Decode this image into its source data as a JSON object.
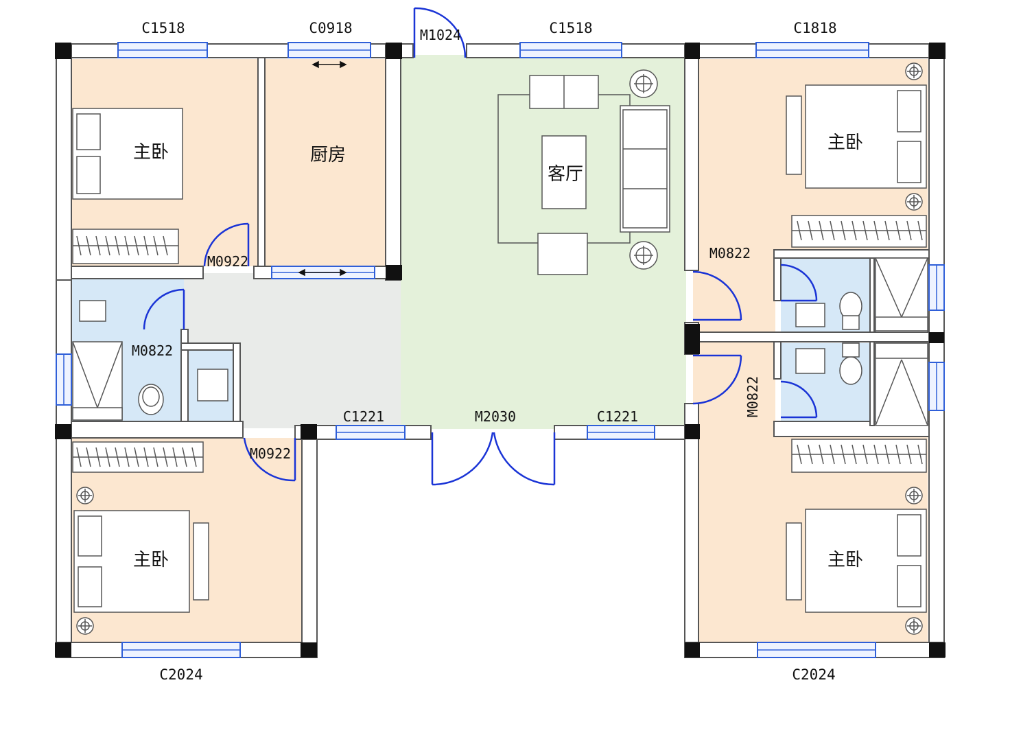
{
  "colors": {
    "bedroom": "#fce7d0",
    "kitchen": "#fce7d0",
    "living": "#e4f1da",
    "corridor": "#e9ebe9",
    "bathroom": "#d6e8f7",
    "wall": "#555555",
    "pillar": "#111111",
    "window": "#2f5fd8",
    "door": "#1a34d6"
  },
  "rooms": {
    "bedroom_nw": "主卧",
    "kitchen": "厨房",
    "living": "客厅",
    "bedroom_ne": "主卧",
    "bedroom_sw": "主卧",
    "bedroom_se": "主卧"
  },
  "windows": {
    "north_1": "C1518",
    "north_2": "C0918",
    "north_3": "C1518",
    "north_4": "C1818",
    "south_1": "C1221",
    "south_2": "C1221",
    "bottom_left": "C2024",
    "bottom_right": "C2024"
  },
  "doors": {
    "entry_north": "M1024",
    "kitchen": "M0922",
    "bath_west": "M0822",
    "bed_sw": "M0922",
    "main_entry": "M2030",
    "bath_ne": "M0822",
    "bath_se": "M0822"
  }
}
